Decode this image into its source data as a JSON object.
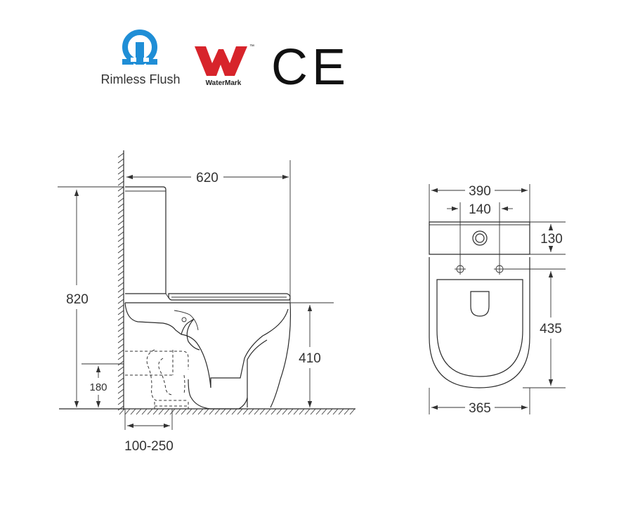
{
  "logos": {
    "rimless_label": "Rimless Flush",
    "watermark_label": "WaterMark",
    "watermark_tm": "™",
    "ce_mark": "CE",
    "colors": {
      "rimless_blue": "#1f8ed6",
      "watermark_red": "#d7242b"
    }
  },
  "side_view": {
    "width": "620",
    "height": "820",
    "bowl_height": "410",
    "inlet_height": "180",
    "setout": "100-250"
  },
  "top_view": {
    "width": "390",
    "hole_spacing": "140",
    "cistern_depth": "130",
    "bowl_length": "435",
    "bowl_width": "365"
  }
}
